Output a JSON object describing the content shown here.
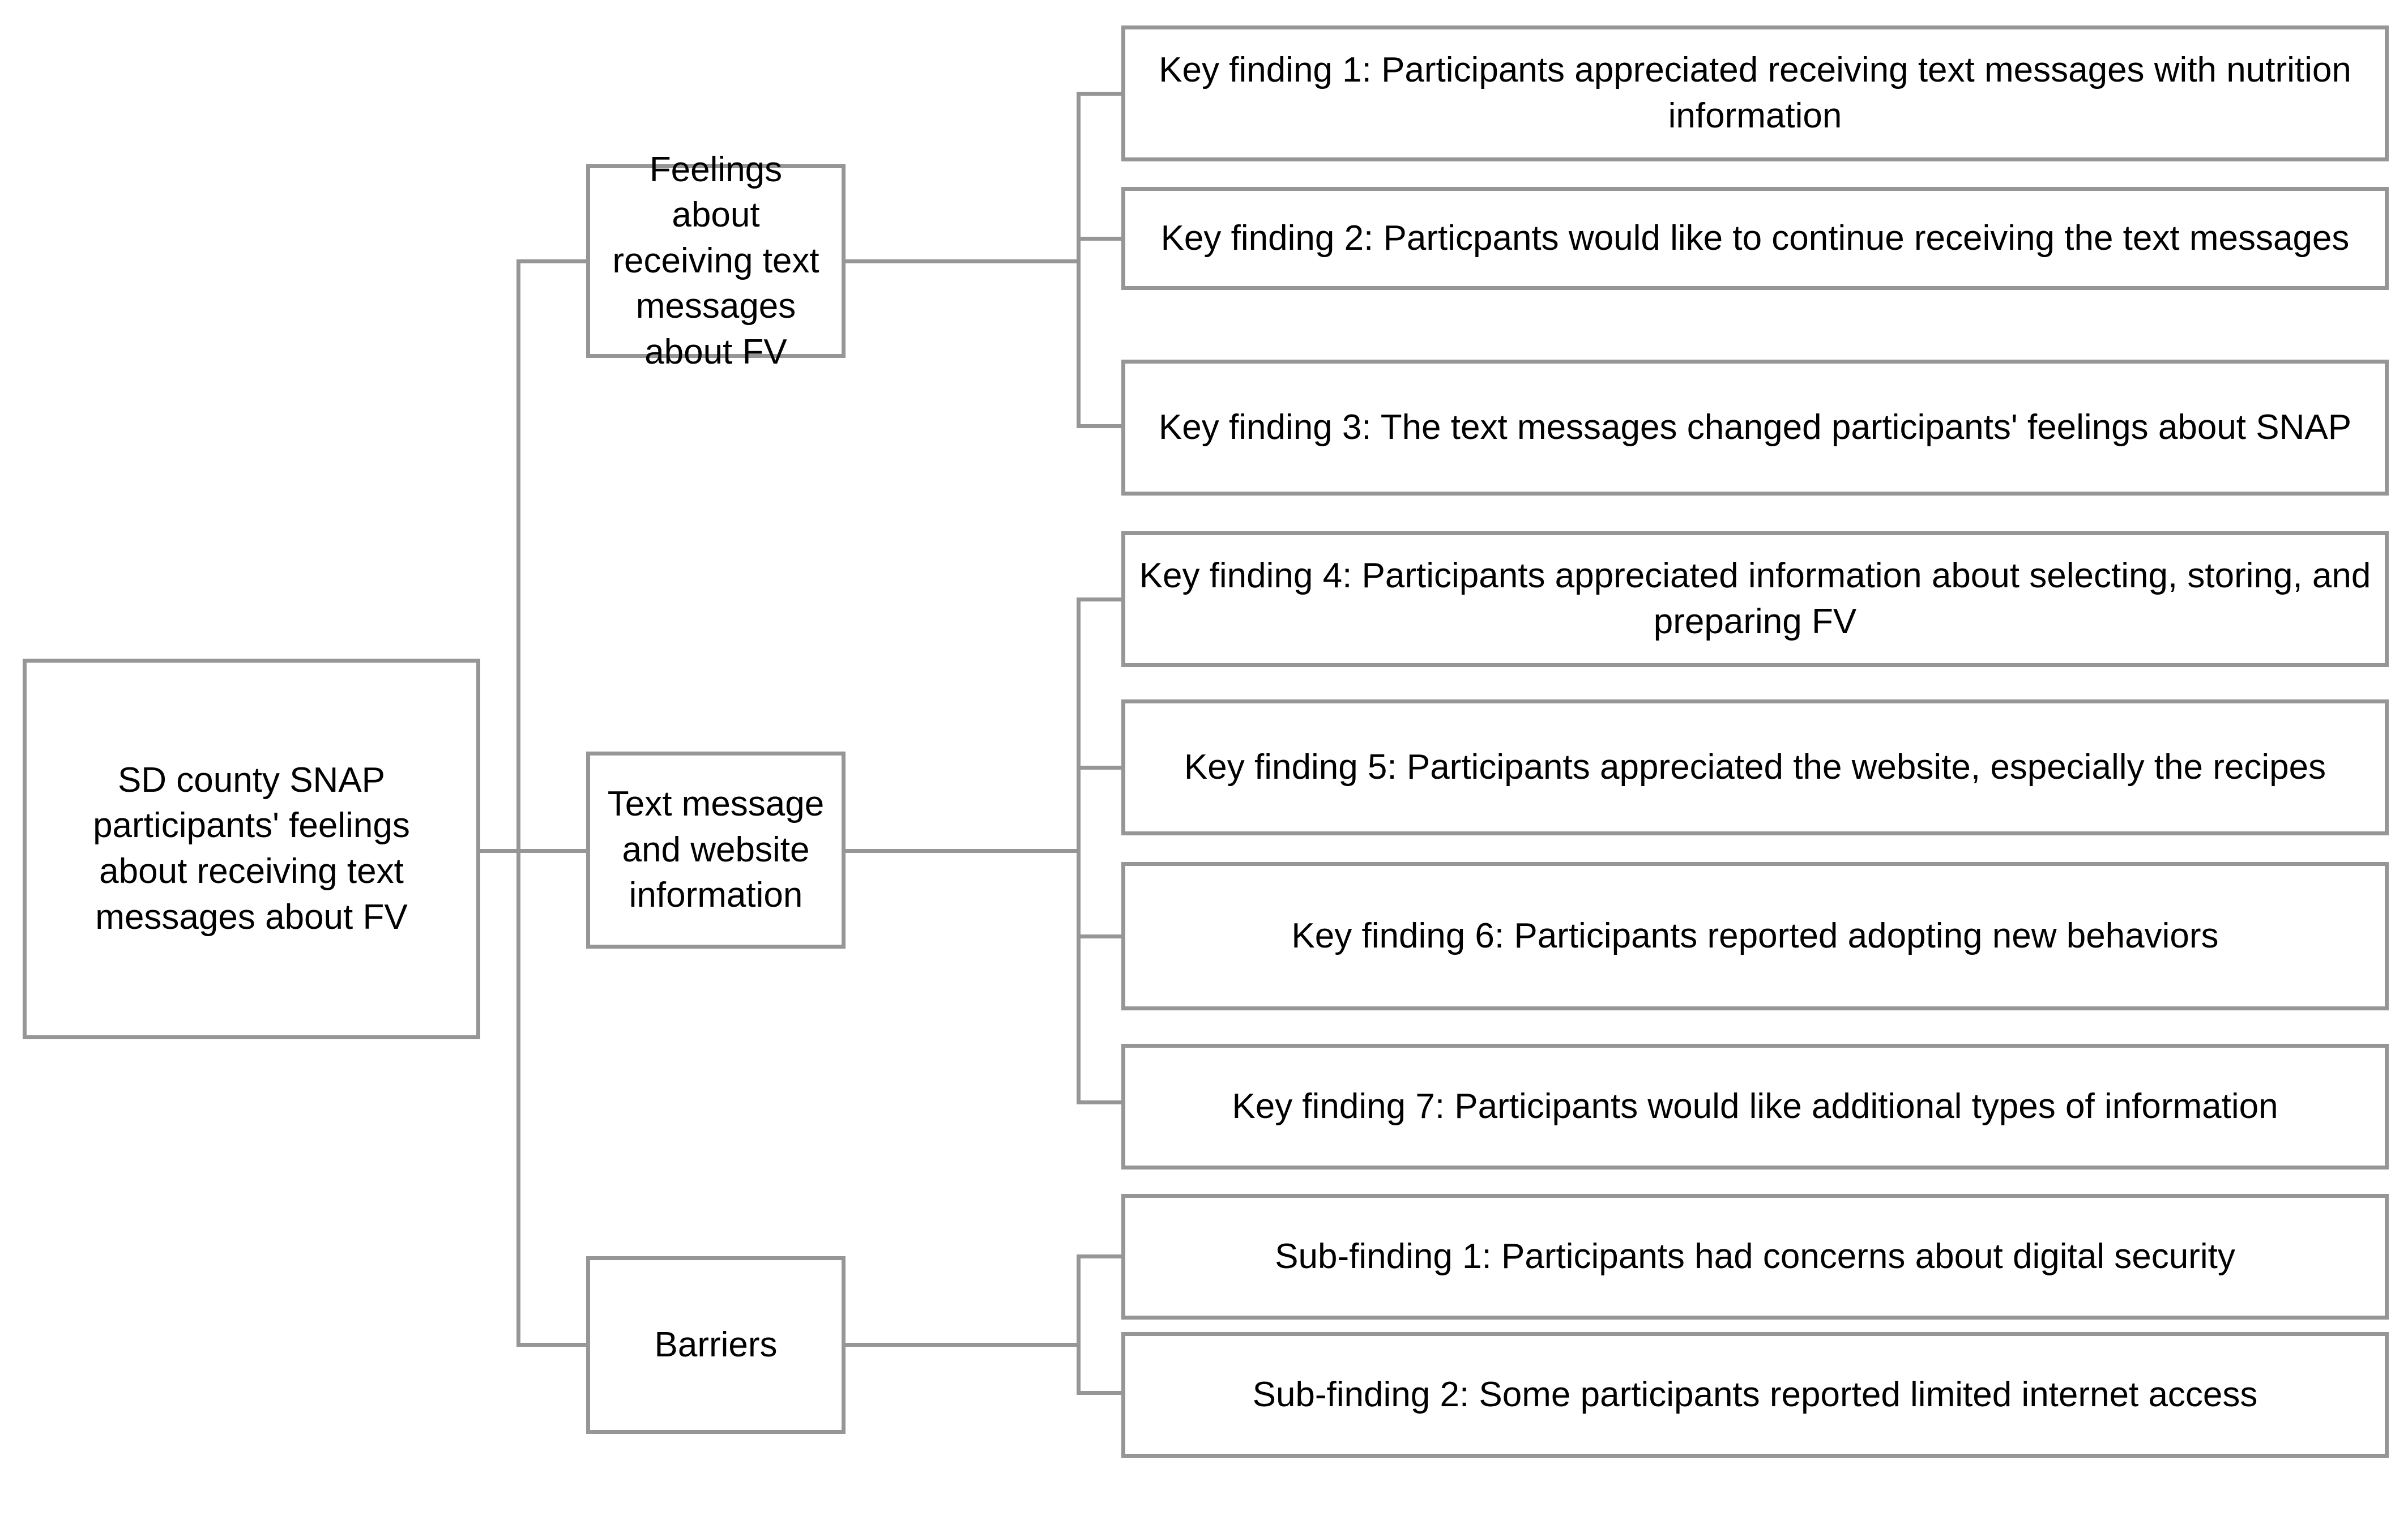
{
  "diagram": {
    "type": "hierarchy-tree",
    "orientation": "left-to-right",
    "border_color": "#969696",
    "text_color": "#000000",
    "background_color": "#ffffff",
    "root": {
      "label": "SD county SNAP participants' feelings about receiving text messages about FV"
    },
    "categories": [
      {
        "label": "Feelings about receiving text messages about FV",
        "findings": [
          "Key finding 1: Participants appreciated receiving text messages with nutrition information",
          "Key finding 2: Particpants would like to continue receiving the text messages",
          "Key finding 3: The text messages changed participants' feelings about SNAP"
        ]
      },
      {
        "label": "Text message and website information",
        "findings": [
          "Key finding 4: Participants appreciated information about selecting, storing, and preparing FV",
          "Key finding 5: Participants appreciated the website, especially the recipes",
          "Key finding 6: Participants reported adopting new behaviors",
          "Key finding 7: Participants would like additional types of information"
        ]
      },
      {
        "label": "Barriers",
        "findings": [
          "Sub-finding 1: Participants had concerns about digital security",
          "Sub-finding 2: Some participants reported limited internet access"
        ]
      }
    ]
  }
}
